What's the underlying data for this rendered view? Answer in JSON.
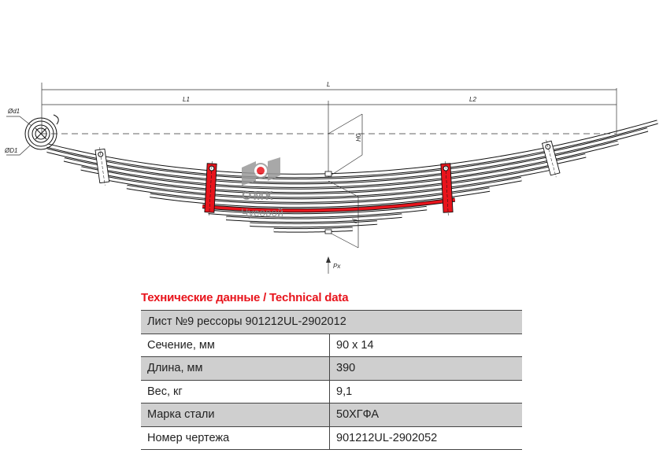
{
  "drawing": {
    "labels": {
      "L": "L",
      "L1": "L1",
      "L2": "L2",
      "d1": "Ød1",
      "D1": "ØD1",
      "H0": "H0",
      "H": "H",
      "Px": "Px"
    },
    "logo": {
      "brand": "ОМК",
      "city": "Чусовой"
    },
    "highlight_color": "#e8141c"
  },
  "table": {
    "title": "Технические данные / Technical data",
    "header": "Лист №9 рессоры 901212UL-2902012",
    "rows": [
      {
        "label": "Сечение, мм",
        "value": "90 x 14"
      },
      {
        "label": "Длина, мм",
        "value": "390"
      },
      {
        "label": "Вес, кг",
        "value": "9,1"
      },
      {
        "label": "Марка стали",
        "value": "50ХГФА"
      },
      {
        "label": "Номер чертежа",
        "value": "901212UL-2902052"
      }
    ]
  }
}
